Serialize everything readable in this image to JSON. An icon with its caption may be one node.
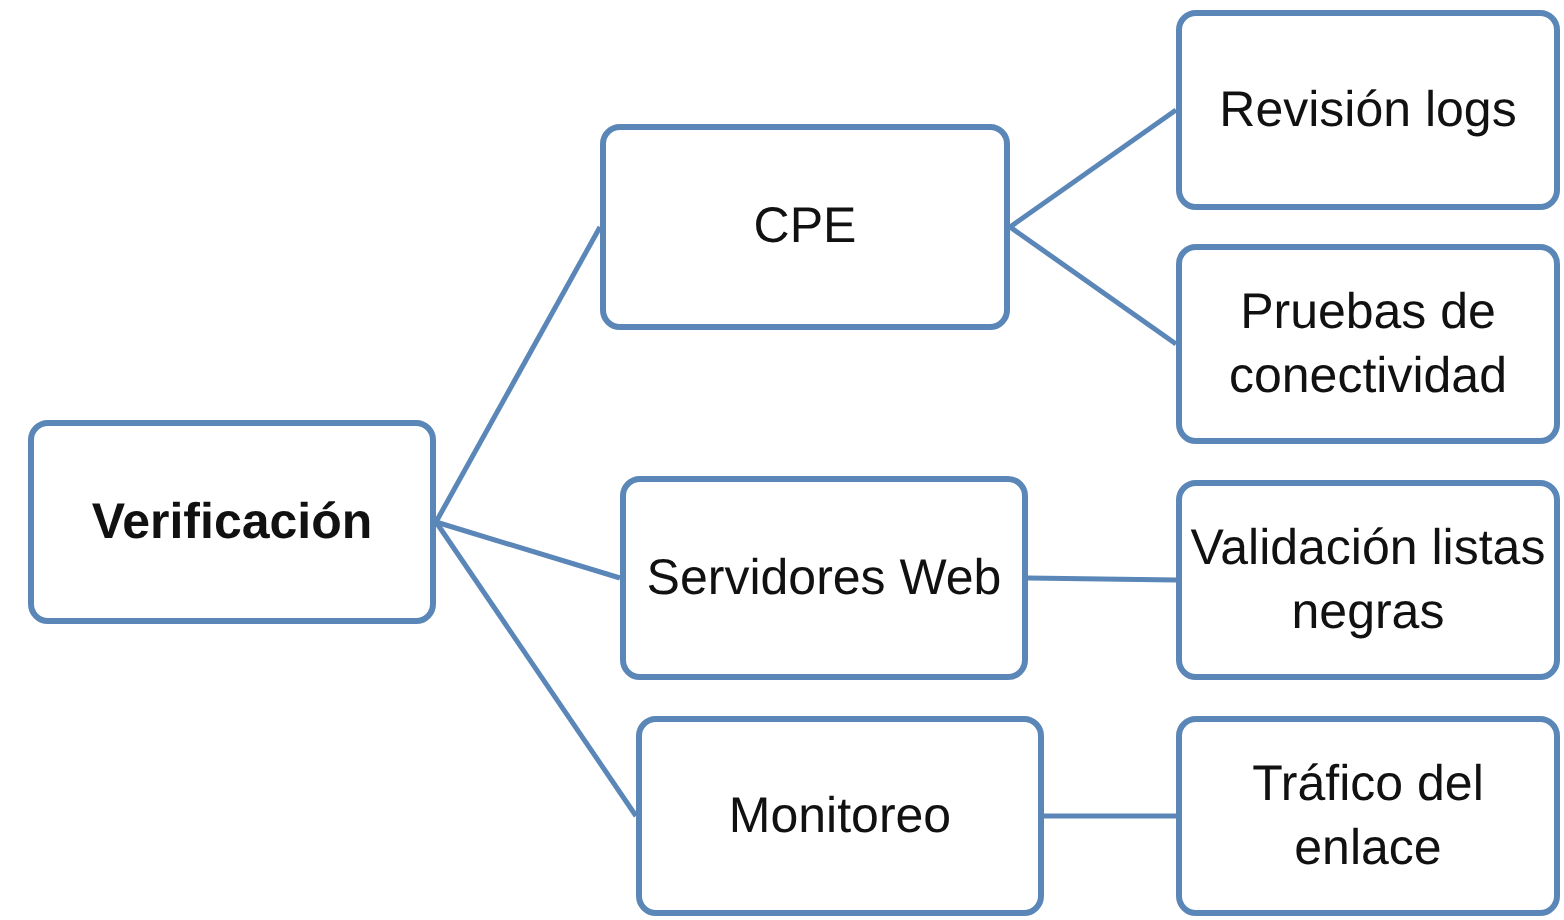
{
  "diagram": {
    "nodes": [
      {
        "text": [
          "Verificación"
        ]
      },
      {
        "text": [
          "CPE"
        ]
      },
      {
        "text": [
          "Servidores Web"
        ]
      },
      {
        "text": [
          "Monitoreo"
        ]
      },
      {
        "text": [
          "Revisión logs"
        ]
      },
      {
        "text": [
          "Pruebas de conectividad"
        ]
      },
      {
        "text": [
          "Validación listas negras"
        ]
      },
      {
        "text": [
          "Tráfico del enlace"
        ]
      }
    ],
    "edges": [
      {
        "from": 0,
        "to": 1,
        "arrow": "none"
      },
      {
        "from": 0,
        "to": 2,
        "arrow": "none"
      },
      {
        "from": 0,
        "to": 3,
        "arrow": "none"
      },
      {
        "from": 1,
        "to": 4,
        "arrow": "none"
      },
      {
        "from": 1,
        "to": 5,
        "arrow": "none"
      },
      {
        "from": 2,
        "to": 6,
        "arrow": "none"
      },
      {
        "from": 3,
        "to": 7,
        "arrow": "none"
      }
    ]
  }
}
